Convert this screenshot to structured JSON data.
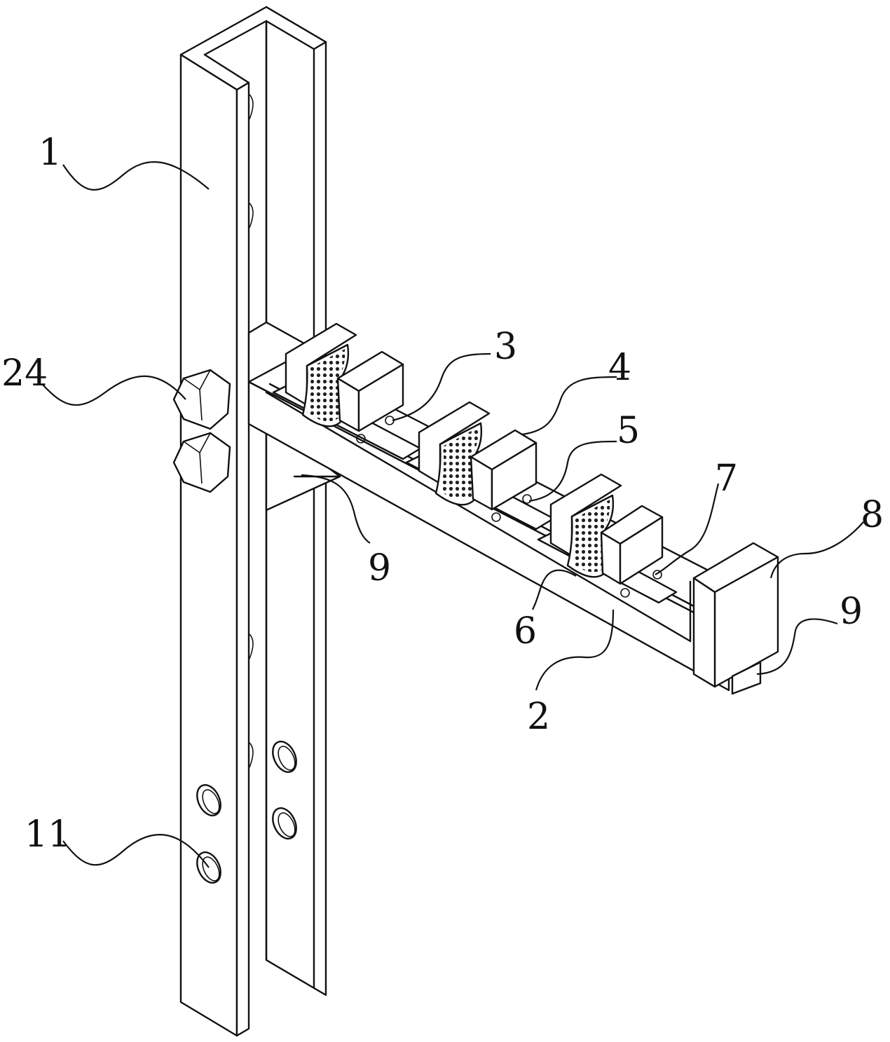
{
  "labels": [
    {
      "id": "1",
      "text": "1"
    },
    {
      "id": "24",
      "text": "24"
    },
    {
      "id": "3",
      "text": "3"
    },
    {
      "id": "4",
      "text": "4"
    },
    {
      "id": "5",
      "text": "5"
    },
    {
      "id": "7",
      "text": "7"
    },
    {
      "id": "8",
      "text": "8"
    },
    {
      "id": "9a",
      "text": "9"
    },
    {
      "id": "9b",
      "text": "9"
    },
    {
      "id": "6",
      "text": "6"
    },
    {
      "id": "2",
      "text": "2"
    },
    {
      "id": "11",
      "text": "11"
    }
  ]
}
